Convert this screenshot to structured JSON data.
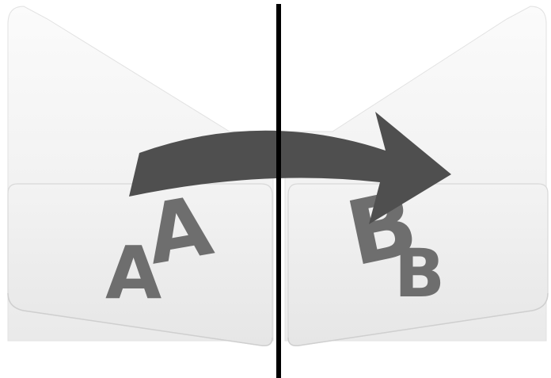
{
  "letters": {
    "left_small": "A",
    "left_large": "A",
    "right_large": "B",
    "right_small": "B"
  },
  "icons": {
    "arrow": "curved-right-arrow-icon",
    "divider": "vertical-divider"
  },
  "colors": {
    "background": "#ffffff",
    "folder_light": "#f7f7f7",
    "folder_mid": "#ececec",
    "folder_edge": "#d8d8d8",
    "letter": "#6e6e6e",
    "arrow": "#4f4f4f",
    "divider": "#000000"
  }
}
